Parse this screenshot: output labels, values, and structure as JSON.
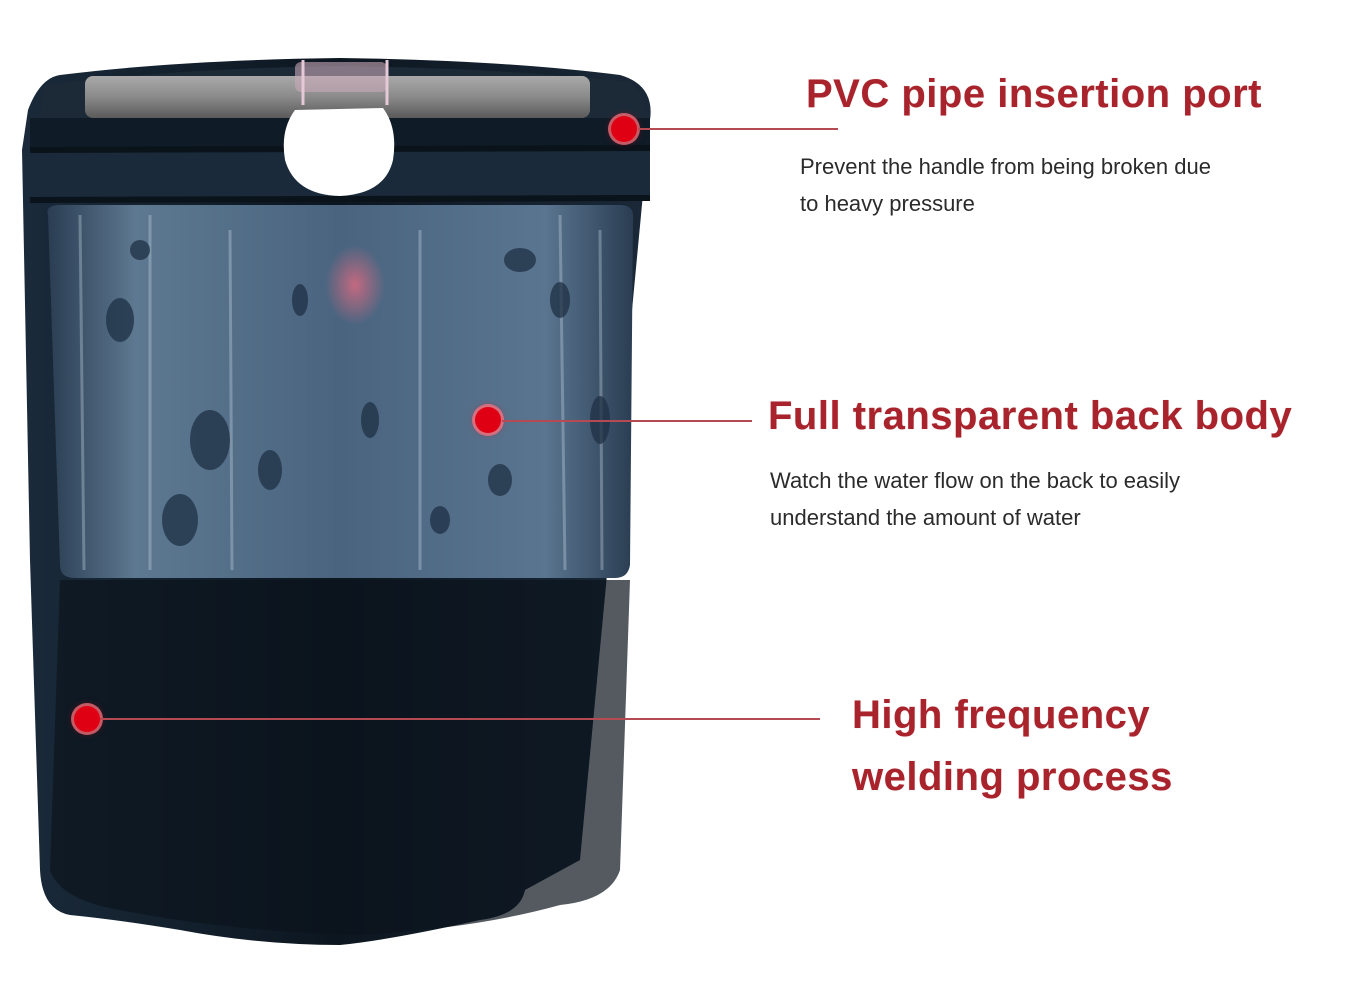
{
  "product": {
    "description": "Black solar shower bag with transparent back panel and handle cut-out",
    "colors": {
      "accent_red": "#a8232b",
      "dot_red": "#e00014",
      "text_dark": "#2b2b2b",
      "bag_dark": "#0f1a26",
      "panel_blue": "#3c5670"
    }
  },
  "callouts": [
    {
      "title": "PVC pipe insertion port",
      "description": "Prevent the handle from being broken due to heavy pressure",
      "description_lines": [
        "Prevent the handle from being broken due",
        "to heavy pressure"
      ]
    },
    {
      "title": "Full transparent back body",
      "description": "Watch the water flow on the back to easily understand the amount of water",
      "description_lines": [
        "Watch the water flow on the back to easily",
        "understand the amount of water"
      ]
    },
    {
      "title": "High frequency welding process",
      "title_lines": [
        "High frequency",
        "welding process"
      ]
    }
  ]
}
